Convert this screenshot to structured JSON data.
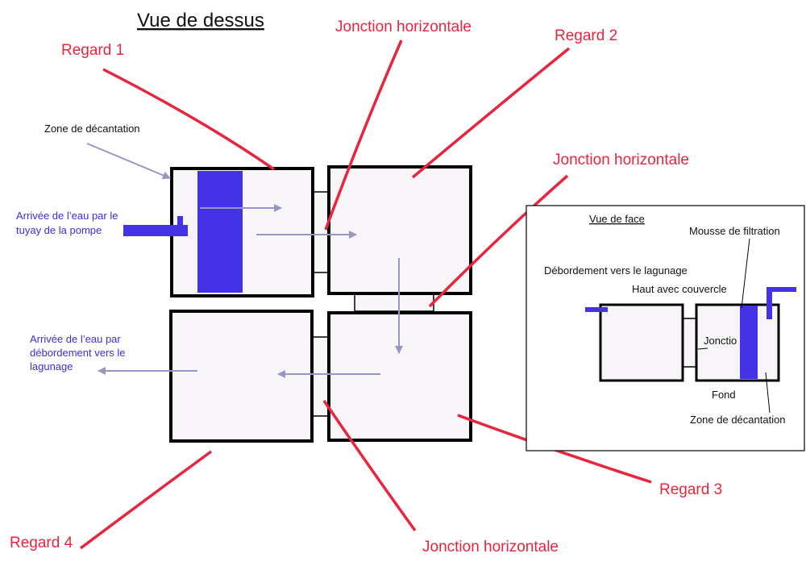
{
  "title": "Vue de dessus",
  "labels": {
    "regard1": "Regard 1",
    "regard2": "Regard 2",
    "regard3": "Regard 3",
    "regard4": "Regard 4",
    "jonction_top": "Jonction horizontale",
    "jonction_right": "Jonction horizontale",
    "jonction_bottom": "Jonction horizontale",
    "zone_decantation": "Zone de décantation",
    "arrivee_pompe": [
      "Arrivée de l’eau par le",
      "tuyay de la pompe"
    ],
    "arrivee_debordement": [
      "Arrivée de l’eau par",
      "débordement vers le",
      "lagunage"
    ]
  },
  "front_view": {
    "title": "Vue de face",
    "mousse": "Mousse de filtration",
    "debordement": "Débordement vers le lagunage",
    "haut": "Haut avec couvercle",
    "jonction": "Jonctio",
    "fond": "Fond",
    "zone": "Zone de décantation"
  },
  "colors": {
    "pointer": "#e8253f",
    "inlet": "#3a2ee0",
    "flow": "#9a95c2"
  }
}
